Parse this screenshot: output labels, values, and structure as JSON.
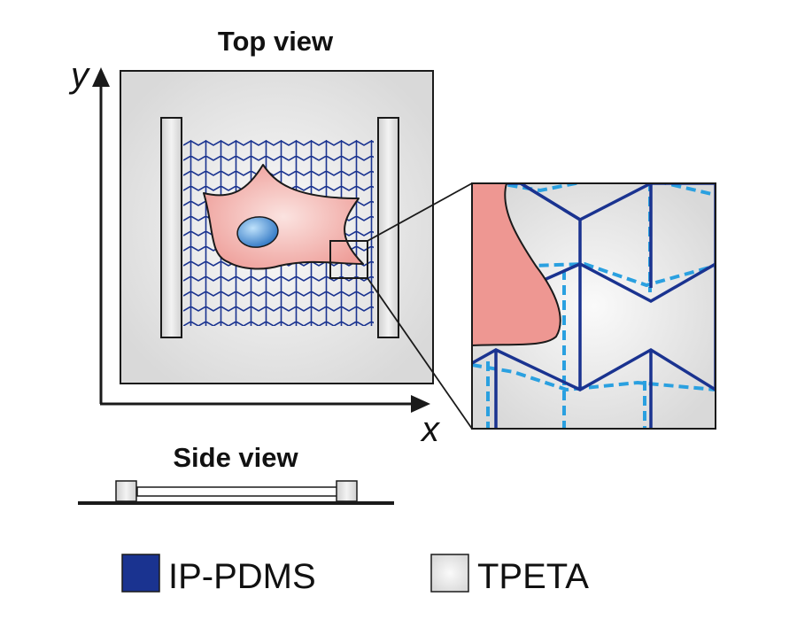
{
  "labels": {
    "top_view": "Top view",
    "side_view": "Side view",
    "x_axis": "x",
    "y_axis": "y"
  },
  "legend": [
    {
      "label": "IP-PDMS",
      "color": "#1a3390"
    },
    {
      "label": "TPETA",
      "color": "#e8e8e8"
    }
  ],
  "colors": {
    "ip_pdms": "#1a3390",
    "tpeta": "#e8e8e8",
    "deformed_lattice": "#2aa0e0",
    "cell": "#f0a0a0",
    "nucleus": "#3f86cf",
    "axis": "#1a1a1a"
  }
}
